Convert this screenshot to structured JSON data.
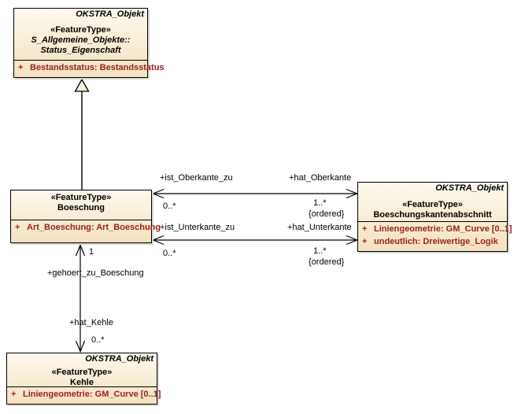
{
  "diagram": {
    "colors": {
      "box_fill_top": "#fdf9ee",
      "box_fill_bottom": "#f4e1bf",
      "box_border": "#000000",
      "attribute_text": "#992222",
      "shadow": "#d9d9d9"
    },
    "classes": {
      "status_eigenschaft": {
        "tag": "OKSTRA_Objekt",
        "stereotype": "«FeatureType»",
        "name_line1": "S_Allgemeine_Objekte::",
        "name_line2": "Status_Eigenschaft",
        "attributes": [
          {
            "vis": "+",
            "text": "Bestandsstatus: Bestandsstatus"
          }
        ]
      },
      "boeschung": {
        "stereotype": "«FeatureType»",
        "name": "Boeschung",
        "attributes": [
          {
            "vis": "+",
            "text": "Art_Boeschung: Art_Boeschung"
          }
        ]
      },
      "boeschungskantenabschnitt": {
        "tag": "OKSTRA_Objekt",
        "stereotype": "«FeatureType»",
        "name": "Boeschungskantenabschnitt",
        "attributes": [
          {
            "vis": "+",
            "text": "Liniengeometrie: GM_Curve [0..1]"
          },
          {
            "vis": "+",
            "text": "undeutlich: Dreiwertige_Logik"
          }
        ]
      },
      "kehle": {
        "tag": "OKSTRA_Objekt",
        "stereotype": "«FeatureType»",
        "name": "Kehle",
        "attributes": [
          {
            "vis": "+",
            "text": "Liniengeometrie: GM_Curve [0..1]"
          }
        ]
      }
    },
    "edges": {
      "oberkante": {
        "source_role": "+ist_Oberkante_zu",
        "source_mult": "0..*",
        "target_role": "+hat_Oberkante",
        "target_mult": "1..*",
        "target_constraint": "{ordered}"
      },
      "unterkante": {
        "source_role": "+ist_Unterkante_zu",
        "source_mult": "0..*",
        "target_role": "+hat_Unterkante",
        "target_mult": "1..*",
        "target_constraint": "{ordered}"
      },
      "kehle_assoc": {
        "source_mult": "1",
        "source_role": "+gehoert_zu_Boeschung",
        "target_role": "+hat_Kehle",
        "target_mult": "0..*"
      }
    }
  }
}
